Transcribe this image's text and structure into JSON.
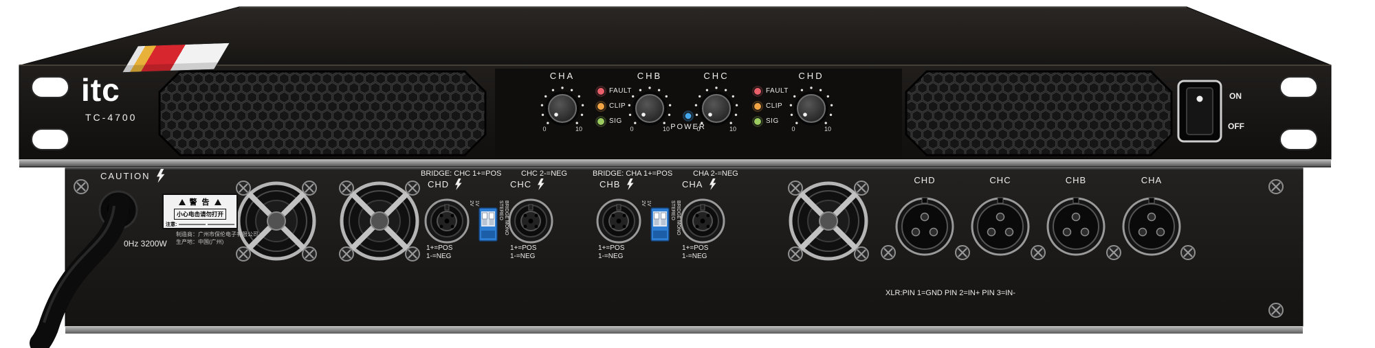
{
  "front": {
    "brand": "itc",
    "model": "TC-4700",
    "channels": [
      {
        "label": "CHA",
        "min": "0",
        "max": "10"
      },
      {
        "label": "CHB",
        "min": "0",
        "max": "10"
      },
      {
        "label": "CHC",
        "min": "0",
        "max": "10"
      },
      {
        "label": "CHD",
        "min": "0",
        "max": "10"
      }
    ],
    "led_groups": [
      {
        "fault": "FAULT",
        "clip": "CLIP",
        "sig": "SIG"
      },
      {
        "fault": "FAULT",
        "clip": "CLIP",
        "sig": "SIG"
      }
    ],
    "power_label": "POWER",
    "switch_on": "ON",
    "switch_off": "OFF",
    "colors": {
      "fault": "#e9606a",
      "clip": "#f2a444",
      "sig": "#9ccb5f",
      "power": "#46a7ef"
    }
  },
  "rear": {
    "caution": "CAUTION",
    "power_rating": "0Hz 3200W",
    "sticker": {
      "title": "警 告",
      "warning": "小心电击请勿打开",
      "note": "注意:"
    },
    "manufacturer": "制造商：广州市保伦电子有限公司",
    "origin": "生产地：中国(广州)",
    "speakon_groups": [
      {
        "bridge_left": "BRIDGE: CHC 1+=POS",
        "bridge_right": "CHC 2-=NEG",
        "channels": [
          {
            "label": "CHD",
            "pins": "1+=POS\n1-=NEG"
          },
          {
            "label": "CHC",
            "pins": "1+=POS\n1-=NEG"
          }
        ],
        "dip": {
          "v2": "2V",
          "v1": "1V",
          "stereo": "STEREO",
          "bridge": "BRIDGE MONO"
        }
      },
      {
        "bridge_left": "BRIDGE: CHA 1+=POS",
        "bridge_right": "CHA 2-=NEG",
        "channels": [
          {
            "label": "CHB",
            "pins": "1+=POS\n1-=NEG"
          },
          {
            "label": "CHA",
            "pins": "1+=POS\n1-=NEG"
          }
        ],
        "dip": {
          "v2": "2V",
          "v1": "1V",
          "stereo": "STEREO",
          "bridge": "BRIDGE MONO"
        }
      }
    ],
    "xlr": {
      "labels": [
        "CHD",
        "CHC",
        "CHB",
        "CHA"
      ],
      "note": "XLR:PIN 1=GND PIN 2=IN+ PIN 3=IN-"
    }
  }
}
